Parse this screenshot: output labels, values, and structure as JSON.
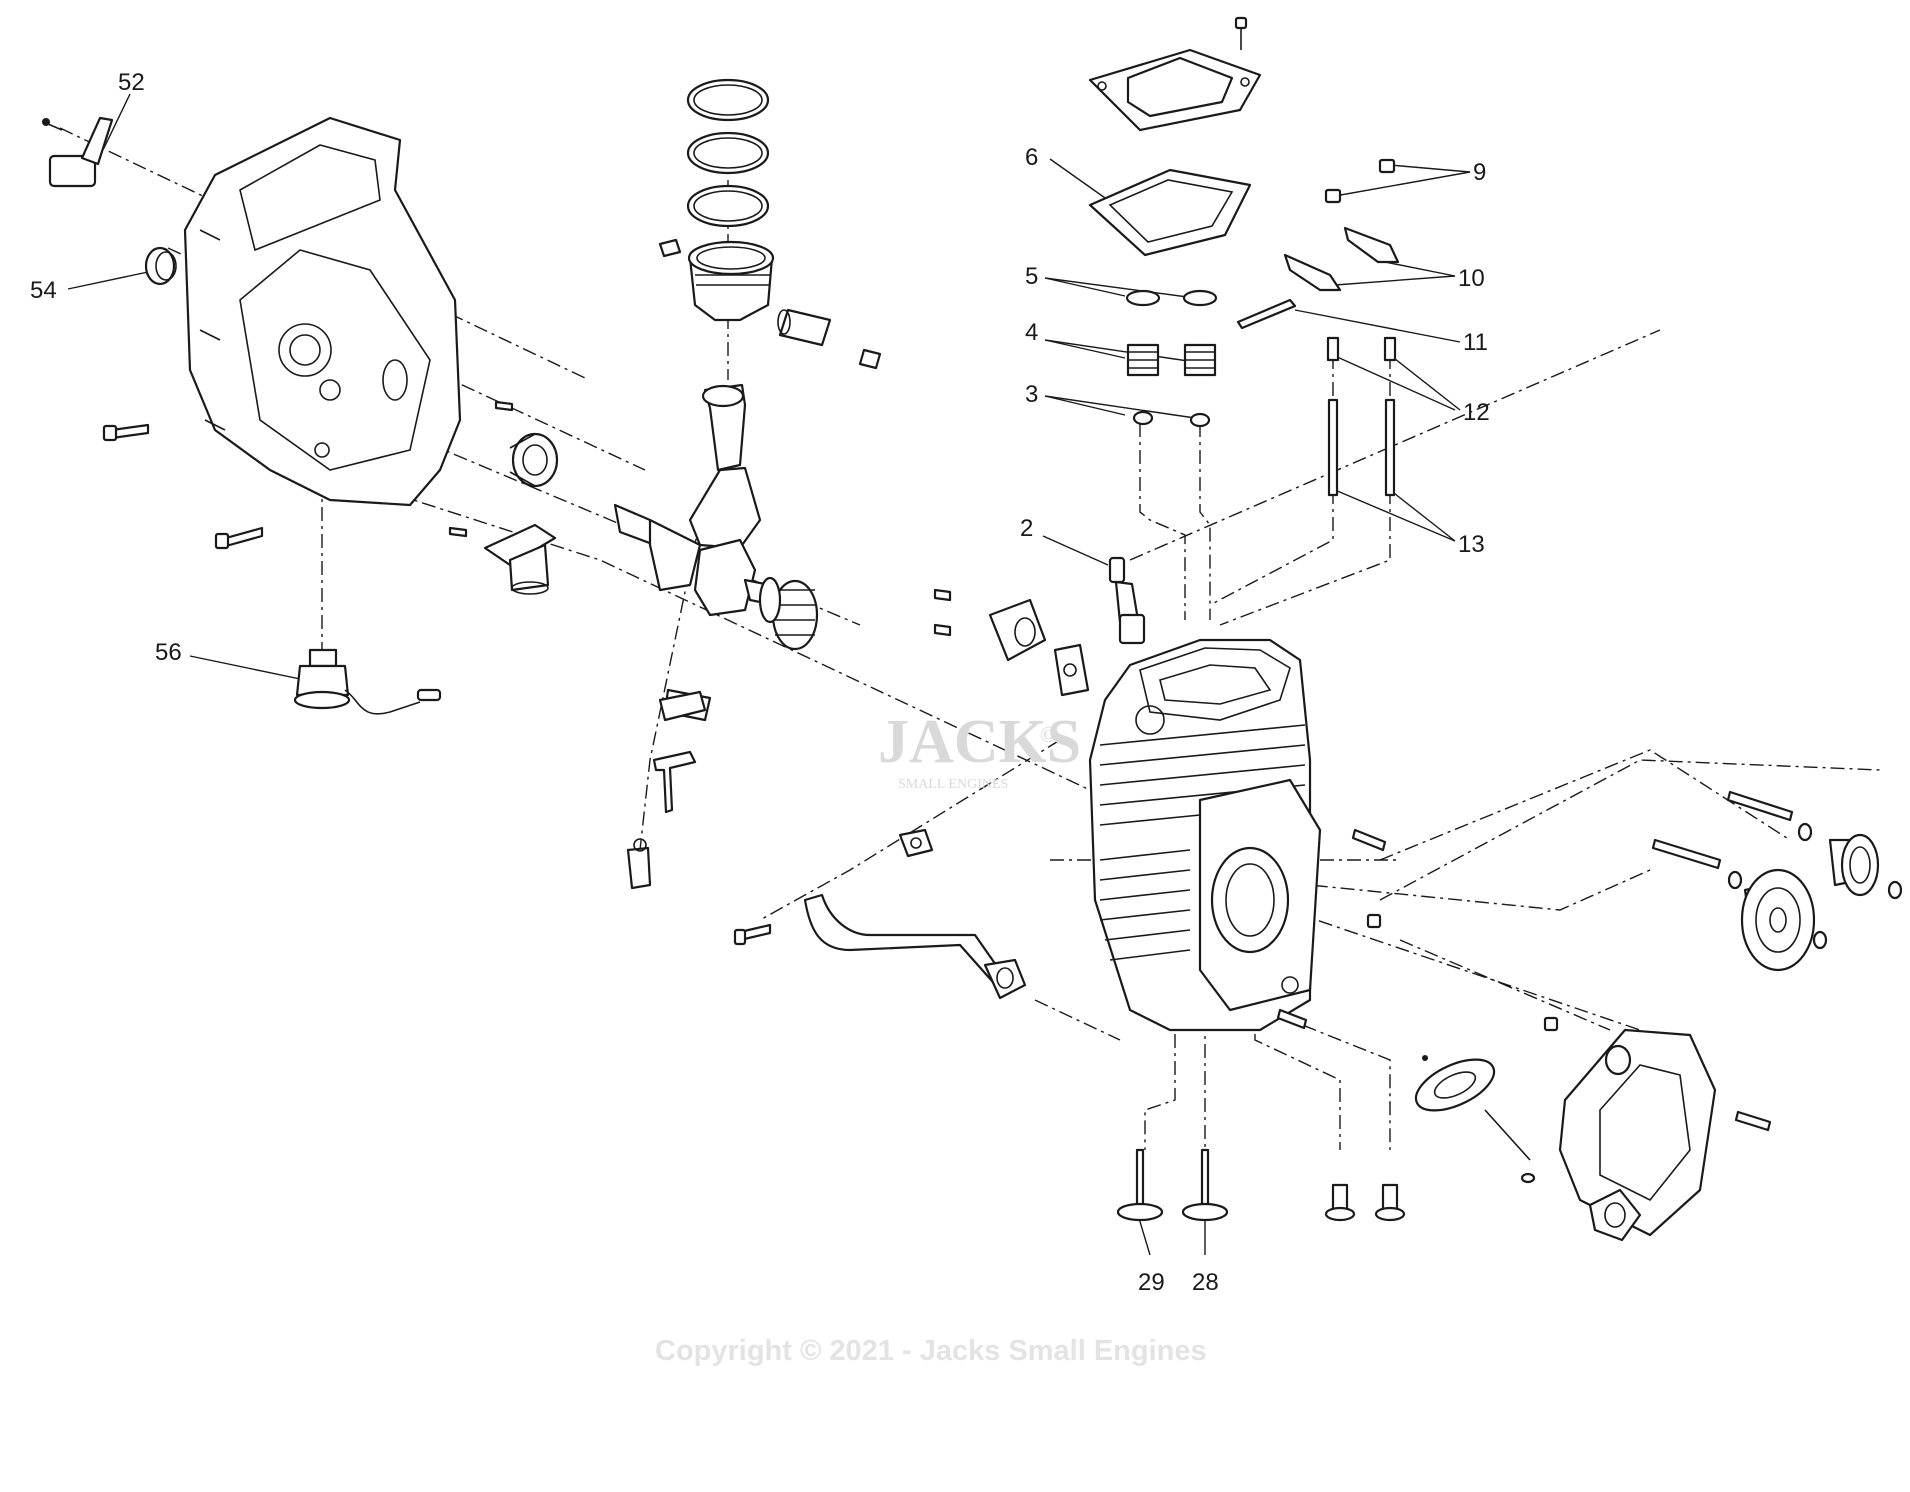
{
  "callouts": {
    "c2": "2",
    "c3": "3",
    "c4": "4",
    "c5": "5",
    "c6": "6",
    "c9": "9",
    "c10": "10",
    "c11": "11",
    "c12": "12",
    "c13": "13",
    "c28": "28",
    "c29": "29",
    "c52": "52",
    "c54": "54",
    "c56": "56"
  },
  "watermark": {
    "brand": "JACKS",
    "mark": "©",
    "sub": "SMALL ENGINES"
  },
  "footer": {
    "copyright": "Copyright © 2021 - Jacks Small Engines"
  }
}
